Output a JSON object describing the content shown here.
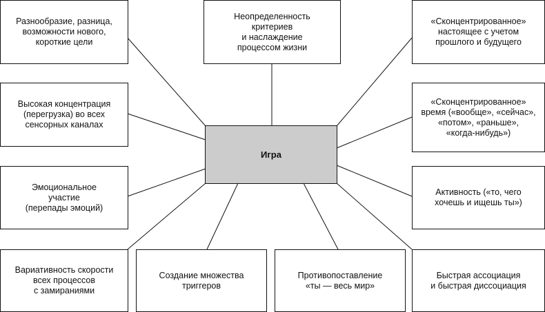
{
  "center": {
    "label": "Игра"
  },
  "nodes": {
    "top_left": "Разнообразие, разница,\nвозможности нового,\nкороткие цели",
    "top_middle": "Неопределенность\nкритериев\nи наслаждение\nпроцессом жизни",
    "top_right": "«Сконцентрированное»\nнастоящее с учетом\nпрошлого и будущего",
    "mid_left_1": "Высокая концентрация\n(перегрузка) во всех\nсенсорных каналах",
    "mid_right_1": "«Сконцентрированное»\nвремя («вообще», «сейчас»,\n«потом», «раньше»,\n«когда-нибудь»)",
    "mid_left_2": "Эмоциональное\nучастие\n(перепады эмоций)",
    "mid_right_2": "Активность («то, чего\nхочешь и ищешь ты»)",
    "bottom_1": "Вариативность скорости\nвсех процессов\nс замираниями",
    "bottom_2": "Создание множества\nтриггеров",
    "bottom_3": "Противопоставление\n«ты — весь мир»",
    "bottom_4": "Быстрая ассоциация\nи быстрая диссоциация"
  }
}
